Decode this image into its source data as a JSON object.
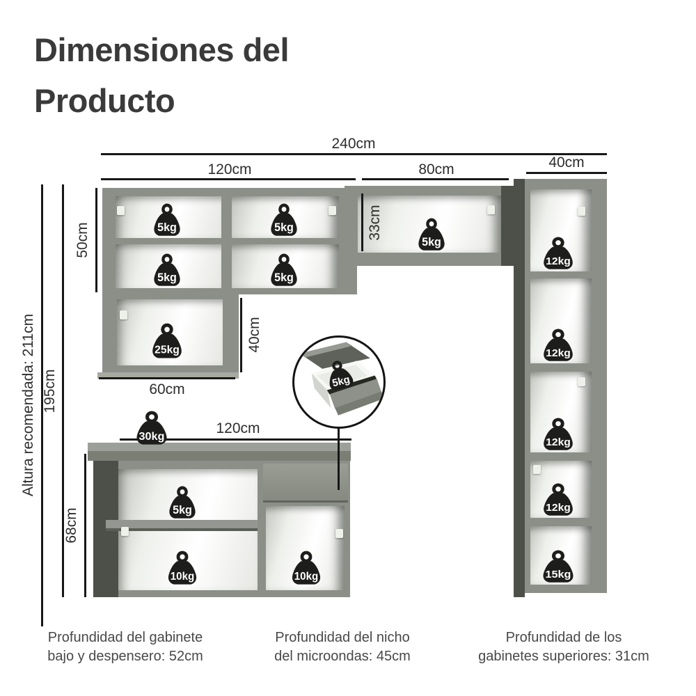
{
  "title": "Dimensiones del Producto",
  "dims": {
    "total_width": "240cm",
    "upper_section_width": "120cm",
    "niche_width": "80cm",
    "tall_cabinet_width": "40cm",
    "upper_cabinet_height": "50cm",
    "niche_height": "33cm",
    "single_upper_height": "40cm",
    "single_upper_width": "60cm",
    "recommended_height": "Altura recomendada: 211cm",
    "total_height": "195cm",
    "base_cabinet_height": "68cm",
    "base_cabinet_width": "120cm"
  },
  "weights": {
    "upper_top_left": "5kg",
    "upper_top_right": "5kg",
    "upper_mid_left": "5kg",
    "upper_mid_right": "5kg",
    "upper_single": "25kg",
    "niche": "5kg",
    "inset_drawer": "5kg",
    "countertop": "30kg",
    "base_shelf": "5kg",
    "base_bottom_left": "10kg",
    "base_bottom_right": "10kg",
    "tall_shelf_1": "12kg",
    "tall_shelf_2": "12kg",
    "tall_shelf_3": "12kg",
    "tall_shelf_4": "12kg",
    "tall_shelf_5": "15kg"
  },
  "captions": {
    "base": {
      "l1": "Profundidad del gabinete",
      "l2": "bajo y despensero: 52cm"
    },
    "niche": {
      "l1": "Profundidad del nicho",
      "l2": "del microondas: 45cm"
    },
    "upper": {
      "l1": "Profundidad de los",
      "l2": "gabinetes superiores: 31cm"
    }
  },
  "colors": {
    "frame_gray": "#8c8f87",
    "side_dark_gray": "#4d5049",
    "weight_black": "#1d1e1b",
    "line_black": "#171717",
    "text_dark": "#3a3a3a"
  }
}
